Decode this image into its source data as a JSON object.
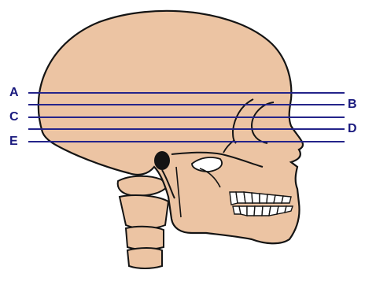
{
  "colors": {
    "bone": "#ecc4a3",
    "outline": "#141414",
    "plane_line": "#24248a",
    "label_text": "#1a1a7e",
    "teeth": "#ffffff",
    "background": "#ffffff"
  },
  "planes": [
    {
      "label": "A",
      "side": "left"
    },
    {
      "label": "B",
      "side": "right"
    },
    {
      "label": "C",
      "side": "left"
    },
    {
      "label": "D",
      "side": "right"
    },
    {
      "label": "E",
      "side": "left"
    }
  ]
}
